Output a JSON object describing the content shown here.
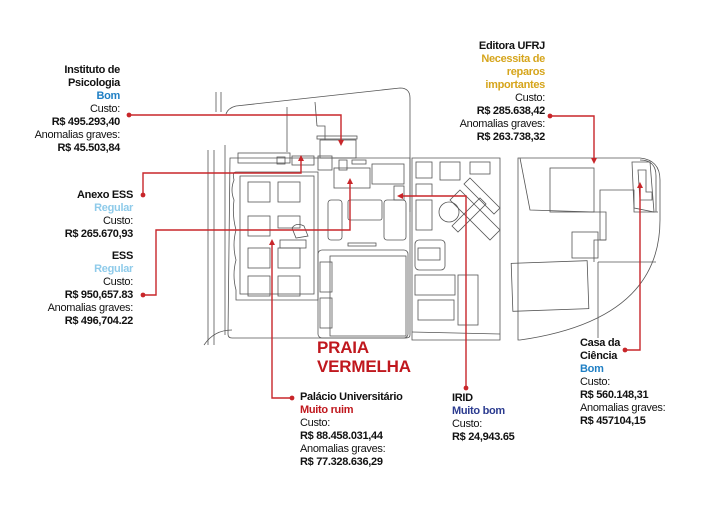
{
  "map_title": "PRAIA VERMELHA",
  "map_title_lines": [
    "PRAIA",
    "VERMELHA"
  ],
  "colors": {
    "leader_line": "#c8262a",
    "title_red": "#c0181e",
    "status_bom": "#1f7fc4",
    "status_regular": "#8fcbea",
    "status_necessita": "#d6a51c",
    "status_muito_ruim": "#c0181e",
    "status_muito_bom": "#2b3b8f",
    "plan_stroke": "#555555"
  },
  "cost_label": "Custo:",
  "anomalies_label": "Anomalias graves:",
  "buildings": [
    {
      "id": "instituto-psicologia",
      "name_lines": [
        "Instituto de",
        "Psicologia"
      ],
      "status": "Bom",
      "status_key": "status_bom",
      "cost": "R$ 495.293,40",
      "anomalies": "R$ 45.503,84"
    },
    {
      "id": "anexo-ess",
      "name_lines": [
        "Anexo ESS"
      ],
      "status": "Regular",
      "status_key": "status_regular",
      "cost": "R$ 265.670,93"
    },
    {
      "id": "ess",
      "name_lines": [
        "ESS"
      ],
      "status": "Regular",
      "status_key": "status_regular",
      "cost": "R$ 950,657.83",
      "anomalies": "R$ 496,704.22"
    },
    {
      "id": "editora-ufrj",
      "name_lines": [
        "Editora UFRJ"
      ],
      "status_lines": [
        "Necessita de",
        "reparos",
        "importantes"
      ],
      "status_key": "status_necessita",
      "cost": "R$ 285.638,42",
      "anomalies": "R$ 263.738,32"
    },
    {
      "id": "casa-da-ciencia",
      "name_lines": [
        "Casa da",
        "Ciência"
      ],
      "status": "Bom",
      "status_key": "status_bom",
      "cost": "R$ 560.148,31",
      "anomalies": "R$ 457104,15"
    },
    {
      "id": "palacio-universitario",
      "name_lines": [
        "Palácio Universitário"
      ],
      "status": "Muito ruim",
      "status_key": "status_muito_ruim",
      "cost": "R$ 88.458.031,44",
      "anomalies": "R$ 77.328.636,29"
    },
    {
      "id": "irid",
      "name_lines": [
        "IRID"
      ],
      "status": "Muito bom",
      "status_key": "status_muito_bom",
      "cost": "R$ 24,943.65"
    }
  ]
}
